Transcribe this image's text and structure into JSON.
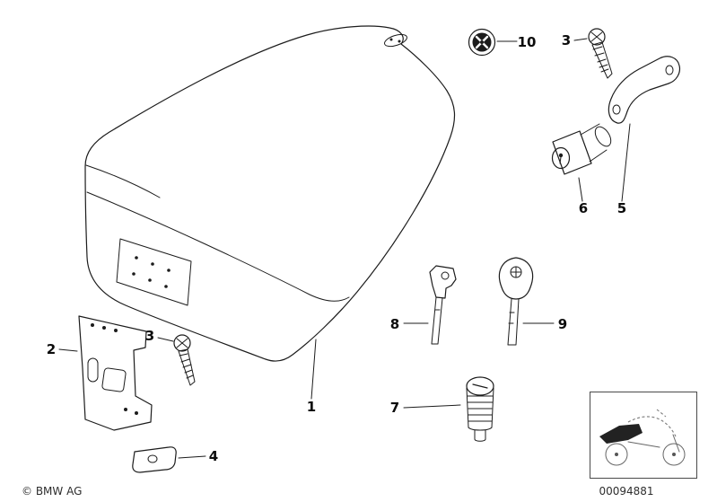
{
  "diagram": {
    "labels": [
      {
        "part": "seat-cowl",
        "text": "1"
      },
      {
        "part": "holder-bracket",
        "text": "2"
      },
      {
        "part": "screw-bottom",
        "text": "3"
      },
      {
        "part": "screw-top",
        "text": "3"
      },
      {
        "part": "clip-plate",
        "text": "4"
      },
      {
        "part": "mounting-bracket",
        "text": "5"
      },
      {
        "part": "lock-assembly",
        "text": "6"
      },
      {
        "part": "lock-barrel",
        "text": "7"
      },
      {
        "part": "key-blank",
        "text": "8"
      },
      {
        "part": "key",
        "text": "9"
      },
      {
        "part": "badge-grommet",
        "text": "10"
      }
    ],
    "footer": {
      "copyright": "© BMW AG",
      "part_number": "00094881"
    },
    "colors": {
      "line": "#1c1c1c",
      "background": "#ffffff"
    }
  }
}
